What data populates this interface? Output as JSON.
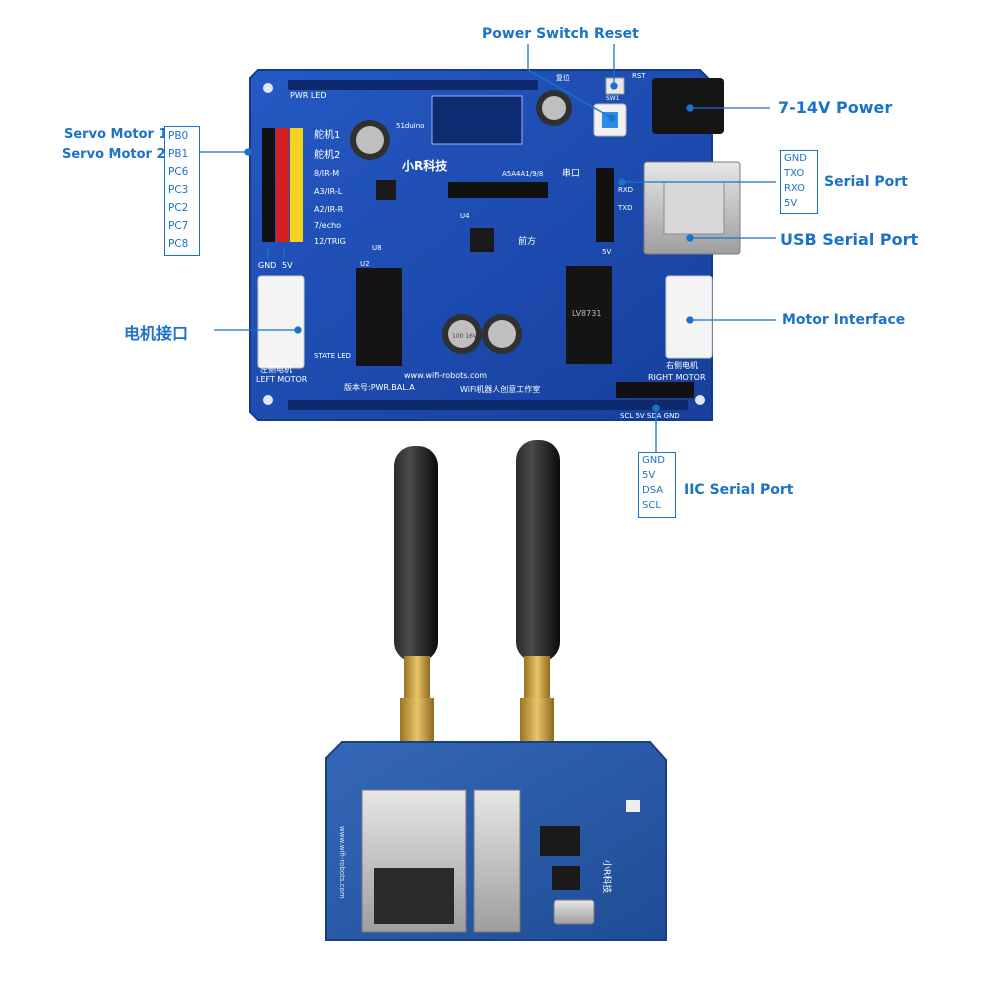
{
  "callouts": {
    "power_switch": "Power Switch",
    "reset": "Reset",
    "power": "7-14V Power",
    "serial_port": "Serial Port",
    "usb_serial_port": "USB Serial Port",
    "motor_interface": "Motor Interface",
    "iic_serial_port": "IIC Serial Port",
    "servo_motor_1": "Servo Motor 1",
    "servo_motor_2": "Servo Motor 2",
    "motor_connector_zh": "电机接口"
  },
  "servo_pins": [
    "PB0",
    "PB1",
    "PC6",
    "PC3",
    "PC2",
    "PC7",
    "PC8"
  ],
  "serial_pins": [
    "GND",
    "TXO",
    "RXO",
    "5V"
  ],
  "iic_pins": [
    "GND",
    "5V",
    "DSA",
    "SCL"
  ],
  "board_silkscreen": {
    "brand": "小R科技",
    "logo_text": "51duino",
    "pwr_led": "PWR LED",
    "reset_cn": "复位",
    "rst": "RST",
    "sw1": "SW1",
    "servo1_cn": "舵机1",
    "servo2_cn": "舵机2",
    "pin_rows": [
      "8/IR-M",
      "A3/IR-L",
      "A2/IR-R",
      "7/echo",
      "12/TRIG"
    ],
    "gnd": "GND",
    "v5": "5V",
    "analog_header": "A5A4A1/9/8",
    "serial_cn": "串口",
    "rxd": "RXD",
    "txd": "TXD",
    "forward_cn": "前方",
    "website": "www.wifi-robots.com",
    "version": "版本号:PWR.BAL.A",
    "studio": "WiFi机器人创意工作室",
    "left_motor_cn": "左侧电机",
    "left_motor": "LEFT MOTOR",
    "right_motor_cn": "右侧电机",
    "right_motor": "RIGHT MOTOR",
    "state_led": "STATE LED",
    "iic_silk": "SCL 5V SDA GND",
    "chip_label": "LV8731",
    "cap_label": "100 16V",
    "u2": "U2",
    "u4": "U4",
    "u8": "U8"
  },
  "router_silkscreen": {
    "brand": "小R科技",
    "side_text": "www.wifi-robots.com"
  },
  "colors": {
    "callout_blue": "#1b72c8",
    "board_blue": "#1a4fb3",
    "router_blue": "#2a5aa8",
    "header_black": "#111111",
    "header_red": "#d22020",
    "header_yellow": "#f3d21f",
    "antenna_black": "#161616",
    "sma_gold": "#c9a041"
  }
}
